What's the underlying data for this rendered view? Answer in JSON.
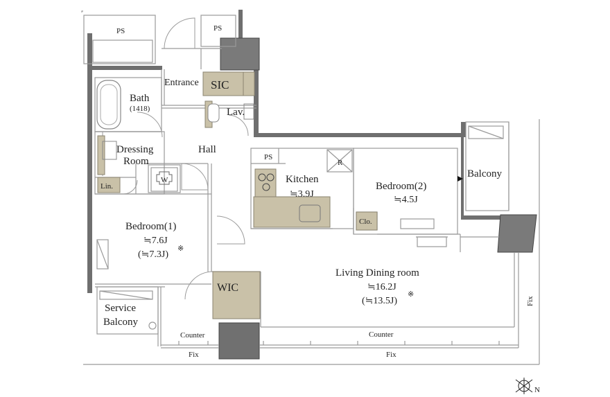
{
  "rooms": {
    "ps_top_left": "PS",
    "ps_top_mid": "PS",
    "entrance": "Entrance",
    "sic": "SIC",
    "bath": "Bath",
    "bath_size": "(1418)",
    "lav": "Lav.",
    "dressing_line1": "Dressing",
    "dressing_line2": "Room",
    "hall": "Hall",
    "lin": "Lin.",
    "w": "W",
    "ps_kitchen": "PS",
    "r": "R",
    "kitchen": "Kitchen",
    "kitchen_area": "≒3.9J",
    "bedroom2": "Bedroom(2)",
    "bedroom2_area": "≒4.5J",
    "balcony": "Balcony",
    "clo": "Clo.",
    "bedroom1": "Bedroom(1)",
    "bedroom1_area": "≒7.6J",
    "bedroom1_area_alt": "(≒7.3J)",
    "bedroom1_mark": "※",
    "living": "Living Dining room",
    "living_area": "≒16.2J",
    "living_area_alt": "(≒13.5J)",
    "living_mark": "※",
    "wic": "WIC",
    "service_line1": "Service",
    "service_line2": "Balcony",
    "counter_left": "Counter",
    "counter_right": "Counter",
    "fix_left": "Fix",
    "fix_bottom": "Fix",
    "fix_right": "Fix",
    "compass_n": "N"
  },
  "colors": {
    "wall": "#6f6f6f",
    "wall_dark": "#555555",
    "storage_fill": "#c9c1a8",
    "storage_fill_dark": "#b8b096",
    "line": "#9a9a9a"
  }
}
